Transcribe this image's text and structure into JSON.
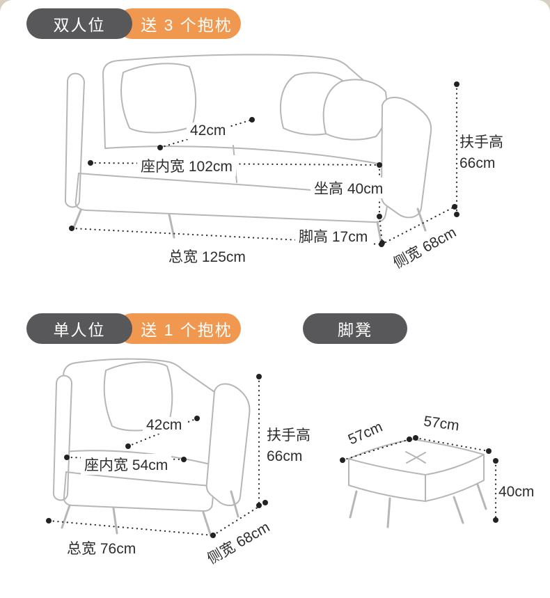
{
  "sections": {
    "two_seater": {
      "badge": "双人位",
      "gift_badge": "送 3 个抱枕",
      "dims": {
        "depth": "42cm",
        "inner_width": "座内宽 102cm",
        "seat_height": "坐高 40cm",
        "leg_height": "脚高 17cm",
        "total_width": "总宽 125cm",
        "side_width": "侧宽 68cm",
        "armrest_height_label": "扶手高",
        "armrest_height_value": "66cm"
      }
    },
    "single_seater": {
      "badge": "单人位",
      "gift_badge": "送 1 个抱枕",
      "dims": {
        "depth": "42cm",
        "inner_width": "座内宽 54cm",
        "total_width": "总宽 76cm",
        "side_width": "侧宽 68cm",
        "armrest_height_label": "扶手高",
        "armrest_height_value": "66cm"
      }
    },
    "footstool": {
      "badge": "脚凳",
      "dims": {
        "top_width": "57cm",
        "top_depth": "57cm",
        "height": "40cm"
      }
    }
  },
  "colors": {
    "badge_gray": "#58585b",
    "badge_orange": "#f0984f",
    "sketch_line": "#b6b6b6",
    "dimension_line": "#2d2d2d",
    "card_background": "#ffffff",
    "outer_background": "#d9cfc1"
  }
}
